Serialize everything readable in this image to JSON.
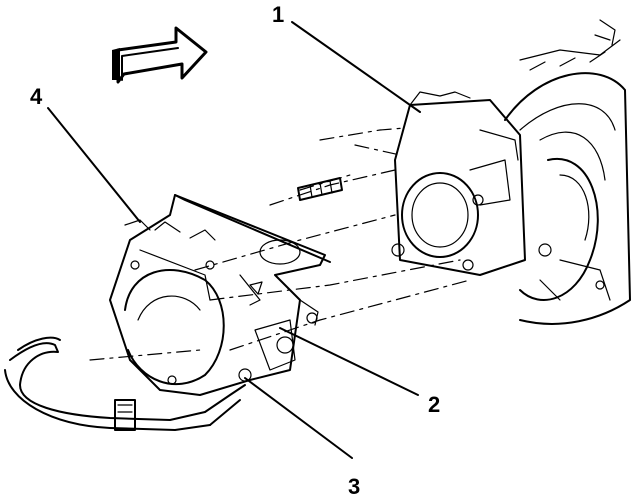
{
  "diagram": {
    "callouts": [
      {
        "id": "1",
        "label": "1"
      },
      {
        "id": "2",
        "label": "2"
      },
      {
        "id": "3",
        "label": "3"
      },
      {
        "id": "4",
        "label": "4"
      }
    ],
    "colors": {
      "ink": "#000000",
      "paper": "#ffffff"
    },
    "icons": [
      "direction-arrow-icon"
    ]
  }
}
